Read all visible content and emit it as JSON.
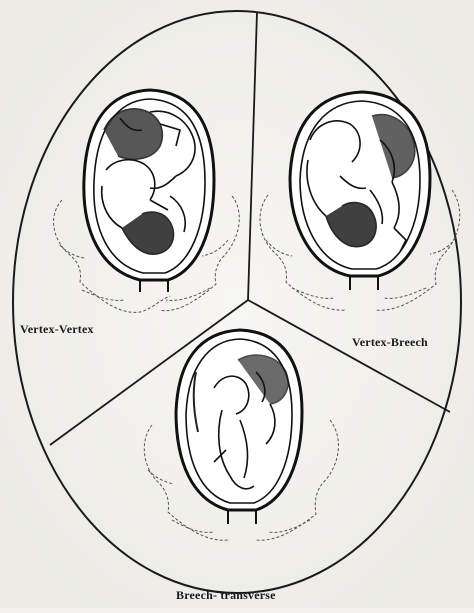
{
  "diagram": {
    "panels": [
      {
        "id": "vertex-vertex",
        "label": "Vertex-Vertex"
      },
      {
        "id": "vertex-breech",
        "label": "Vertex-Breech"
      },
      {
        "id": "breech-transverse",
        "label": "Breech- transverse"
      }
    ]
  }
}
